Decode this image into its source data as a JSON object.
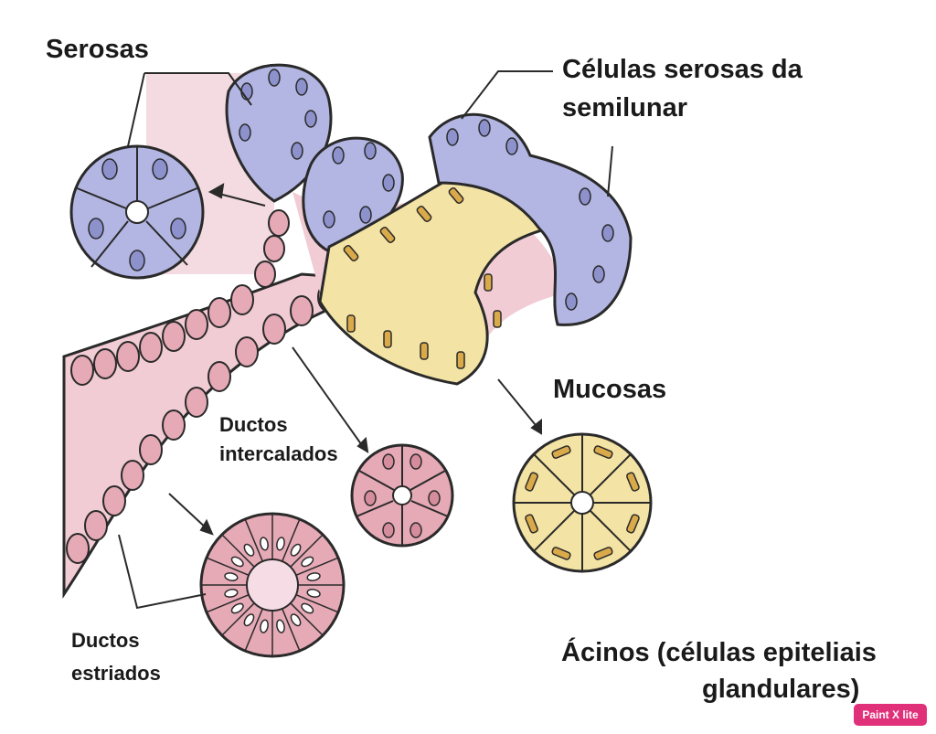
{
  "labels": {
    "serosas": "Serosas",
    "celulas_line1": "Células serosas da",
    "celulas_line2": "semilunar",
    "mucosas": "Mucosas",
    "ductos_int_line1": "Ductos",
    "ductos_int_line2": "intercalados",
    "ductos_est_line1": "Ductos",
    "ductos_est_line2": "estriados",
    "acinos_line1": "Ácinos (células epiteliais",
    "acinos_line2": "glandulares)"
  },
  "badge": "Paint X lite",
  "colors": {
    "serous_fill": "#b3b6e3",
    "serous_nucleus": "#8d91cc",
    "mucous_fill": "#f3e3a4",
    "mucous_nucleus": "#d9a94a",
    "duct_fill": "#f1ccd4",
    "duct_cell": "#e6a9b6",
    "lumen": "#f6dde5",
    "outline": "#2a2a2a"
  }
}
